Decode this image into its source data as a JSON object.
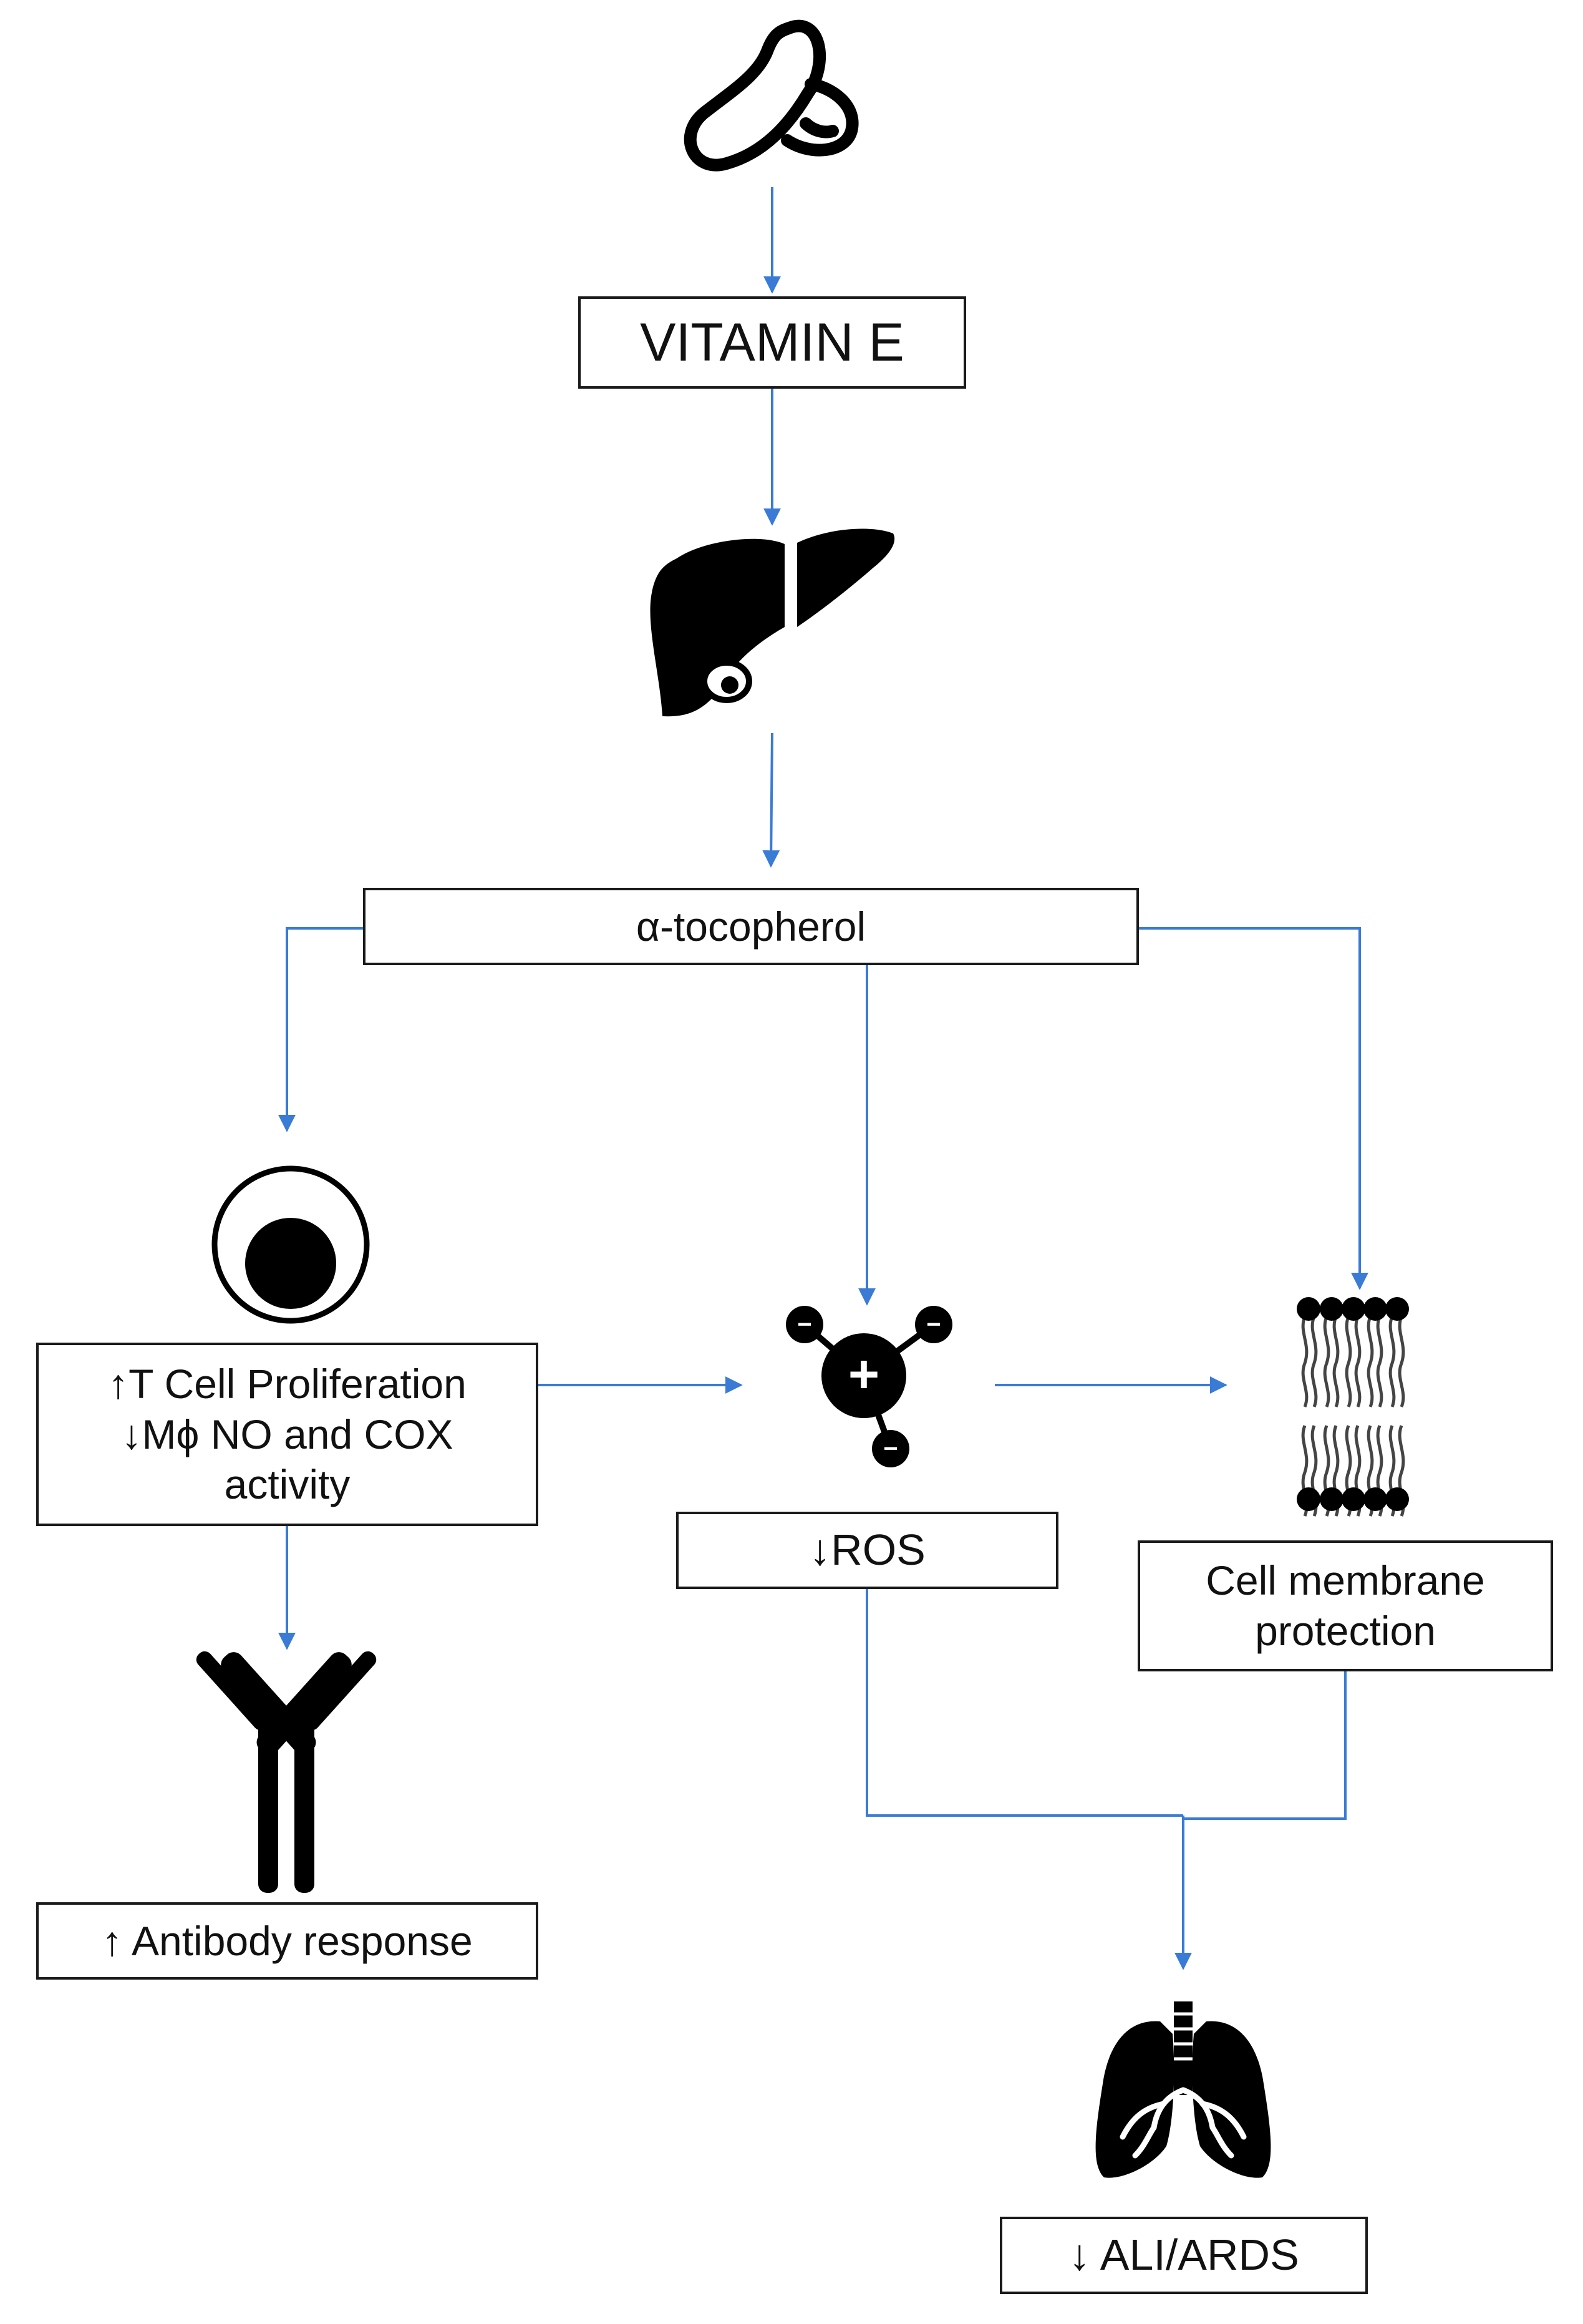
{
  "diagram": {
    "colors": {
      "arrow": "#3a7bd5",
      "box_border": "#1a1a1a",
      "icon": "#000000"
    },
    "nodes": {
      "vitamin_e": {
        "label": "VITAMIN E"
      },
      "tocopherol": {
        "label": "α-tocopherol"
      },
      "tcell": {
        "lines": [
          "↑T Cell Proliferation",
          "↓Mϕ NO and COX",
          "activity"
        ]
      },
      "ros": {
        "label": "↓ROS"
      },
      "membrane": {
        "lines": [
          "Cell membrane",
          "protection"
        ]
      },
      "antibody": {
        "label": "↑ Antibody response"
      },
      "ali": {
        "label": "↓ ALI/ARDS"
      }
    },
    "icons": {
      "seed": "seed-icon",
      "liver": "liver-icon",
      "cell": "cell-icon",
      "ros_molecule": "ros-molecule-icon",
      "membrane": "lipid-bilayer-icon",
      "antibody": "antibody-icon",
      "lungs": "lungs-icon"
    },
    "molecule_signs": {
      "plus": "+",
      "minus": "−"
    },
    "edges": [
      {
        "from": "seed",
        "to": "vitamin_e"
      },
      {
        "from": "vitamin_e",
        "to": "liver"
      },
      {
        "from": "liver",
        "to": "tocopherol"
      },
      {
        "from": "tocopherol",
        "to": "tcell"
      },
      {
        "from": "tocopherol",
        "to": "ros"
      },
      {
        "from": "tocopherol",
        "to": "membrane"
      },
      {
        "from": "tcell",
        "to": "ros"
      },
      {
        "from": "ros",
        "to": "membrane"
      },
      {
        "from": "tcell",
        "to": "antibody"
      },
      {
        "from": "ros",
        "to": "ali"
      },
      {
        "from": "membrane",
        "to": "ali"
      }
    ]
  }
}
